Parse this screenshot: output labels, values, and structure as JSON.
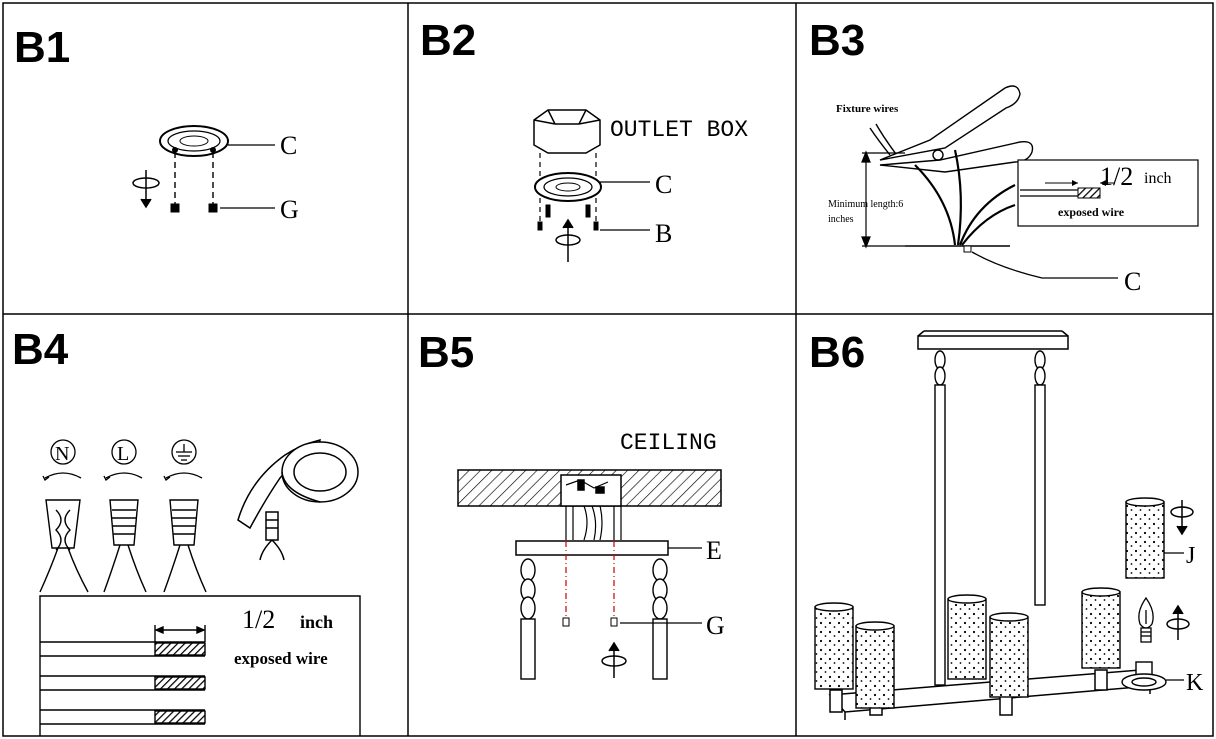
{
  "panels": [
    {
      "id": "B1",
      "labels": {
        "c": "C",
        "g": "G"
      }
    },
    {
      "id": "B2",
      "labels": {
        "outlet_box": "OUTLET BOX",
        "c": "C",
        "b": "B"
      }
    },
    {
      "id": "B3",
      "labels": {
        "fixture_wires": "Fixture wires",
        "minimum_length": "Minimum length:6",
        "inches": "inches",
        "half": "1/2",
        "inch": "inch",
        "exposed_wire": "exposed wire",
        "c": "C"
      }
    },
    {
      "id": "B4",
      "labels": {
        "n": "N",
        "l": "L",
        "half": "1/2",
        "inch": "inch",
        "exposed_wire": "exposed wire"
      }
    },
    {
      "id": "B5",
      "labels": {
        "ceiling": "CEILING",
        "e": "E",
        "g": "G"
      }
    },
    {
      "id": "B6",
      "labels": {
        "j": "J",
        "k": "K"
      }
    }
  ]
}
